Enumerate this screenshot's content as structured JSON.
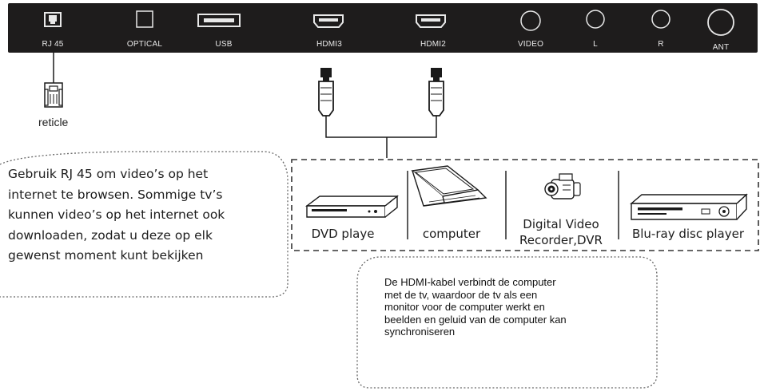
{
  "ports": [
    {
      "label": "RJ 45",
      "icon": "rj45-port-icon"
    },
    {
      "label": "OPTICAL",
      "icon": "optical-port-icon"
    },
    {
      "label": "USB",
      "icon": "usb-port-icon"
    },
    {
      "label": "HDMI3",
      "icon": "hdmi-port-icon"
    },
    {
      "label": "HDMI2",
      "icon": "hdmi-port-icon"
    },
    {
      "label": "VIDEO",
      "icon": "round-jack-icon"
    },
    {
      "label": "L",
      "icon": "round-jack-icon"
    },
    {
      "label": "R",
      "icon": "round-jack-icon"
    },
    {
      "label": "ANT",
      "icon": "antenna-jack-icon"
    }
  ],
  "network_plug_label": "reticle",
  "rj45_note": [
    "Gebruik RJ 45 om video’s op het",
    "internet te browsen. Sommige tv’s",
    "kunnen video’s op het internet ook",
    "downloaden, zodat u deze op elk",
    "gewenst moment kunt bekijken"
  ],
  "devices": [
    {
      "label_lines": [
        "DVD playe"
      ],
      "icon": "dvd-player-icon"
    },
    {
      "label_lines": [
        "computer"
      ],
      "icon": "laptop-icon"
    },
    {
      "label_lines": [
        "Digital Video",
        "Recorder,DVR"
      ],
      "icon": "camcorder-icon"
    },
    {
      "label_lines": [
        "Blu-ray disc player"
      ],
      "icon": "bluray-player-icon"
    }
  ],
  "hdmi_note": [
    "De HDMI-kabel verbindt de computer",
    "met de tv, waardoor de tv als een",
    "monitor voor de computer werkt en",
    "beelden en geluid van de computer kan",
    "synchroniseren"
  ],
  "colors": {
    "panel": "#1e1c1c",
    "port_line": "#e8e8e8",
    "ink": "#1a1a1a"
  }
}
